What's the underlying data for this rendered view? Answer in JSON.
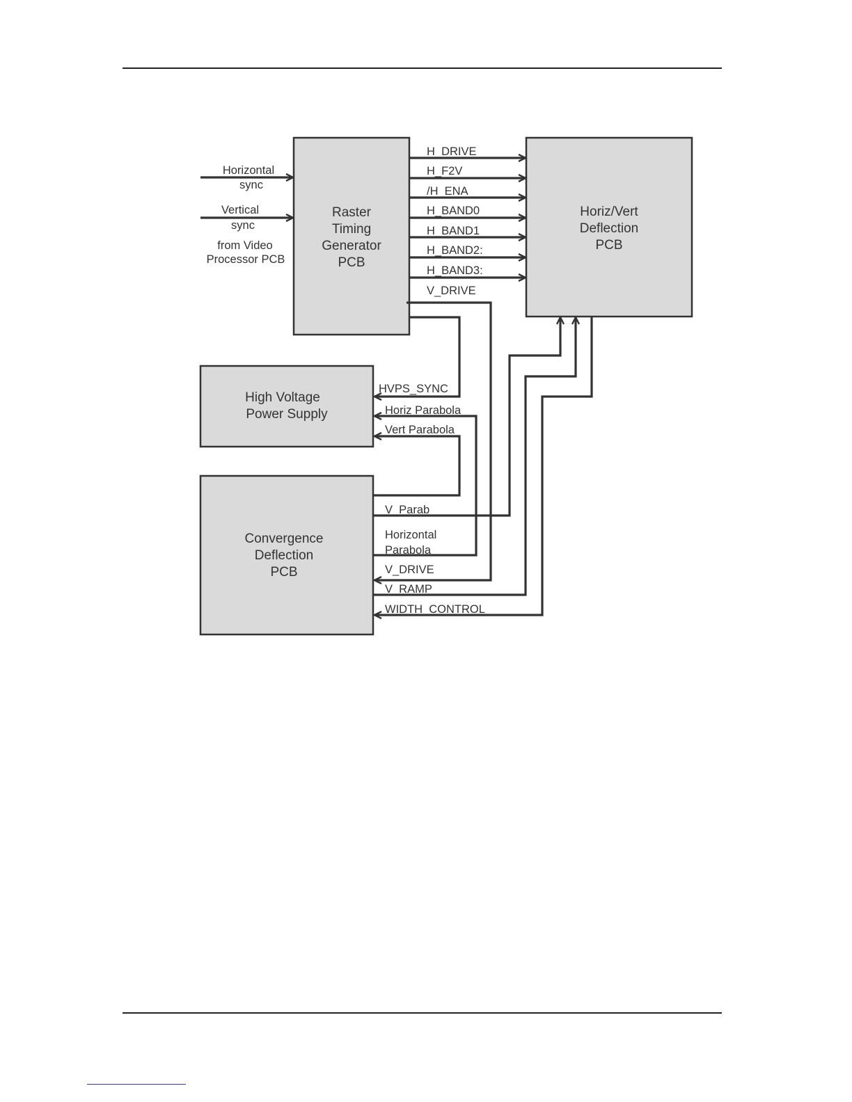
{
  "colors": {
    "box_fill": "#dadada",
    "line": "#333333",
    "text": "#333333",
    "footer_link": "#3333cc"
  },
  "diagram": {
    "boxes": {
      "raster": [
        "Raster",
        "Timing",
        "Generator",
        "PCB"
      ],
      "deflection": [
        "Horiz/Vert",
        "Deflection",
        "PCB"
      ],
      "hvps": [
        "High Voltage",
        "Power Supply"
      ],
      "convergence": [
        "Convergence",
        "Deflection",
        "PCB"
      ]
    },
    "inputs": {
      "horizontal_sync": [
        "Horizontal",
        "sync"
      ],
      "vertical_sync": [
        "Vertical",
        "sync"
      ],
      "source": [
        "from Video",
        "Processor PCB"
      ]
    },
    "signals": {
      "h_drive": "H_DRIVE",
      "h_f2v": "H_F2V",
      "h_ena": "/H_ENA",
      "h_band0": "H_BAND0",
      "h_band1": "H_BAND1",
      "h_band2": "H_BAND2:",
      "h_band3": "H_BAND3:",
      "v_drive_top": "V_DRIVE",
      "hvps_sync": "HVPS_SYNC",
      "horiz_parabola": "Horiz Parabola",
      "vert_parabola": "Vert Parabola",
      "v_parab": "V_Parab",
      "horizontal_parabola": [
        "Horizontal",
        "Parabola"
      ],
      "v_drive_bottom": "V_DRIVE",
      "v_ramp": "V_RAMP",
      "width_control": "WIDTH_CONTROL"
    }
  }
}
